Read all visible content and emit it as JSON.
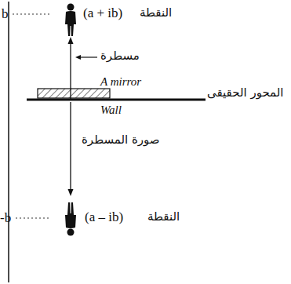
{
  "diagram": {
    "labels": [
      "b",
      "(a + ib)",
      "النقطة",
      "مسطرة",
      "A mirror",
      "المحور الحقيقى",
      "Wall",
      "صورة المسطرة",
      "-b",
      "(a – ib)",
      "النقطة"
    ]
  }
}
